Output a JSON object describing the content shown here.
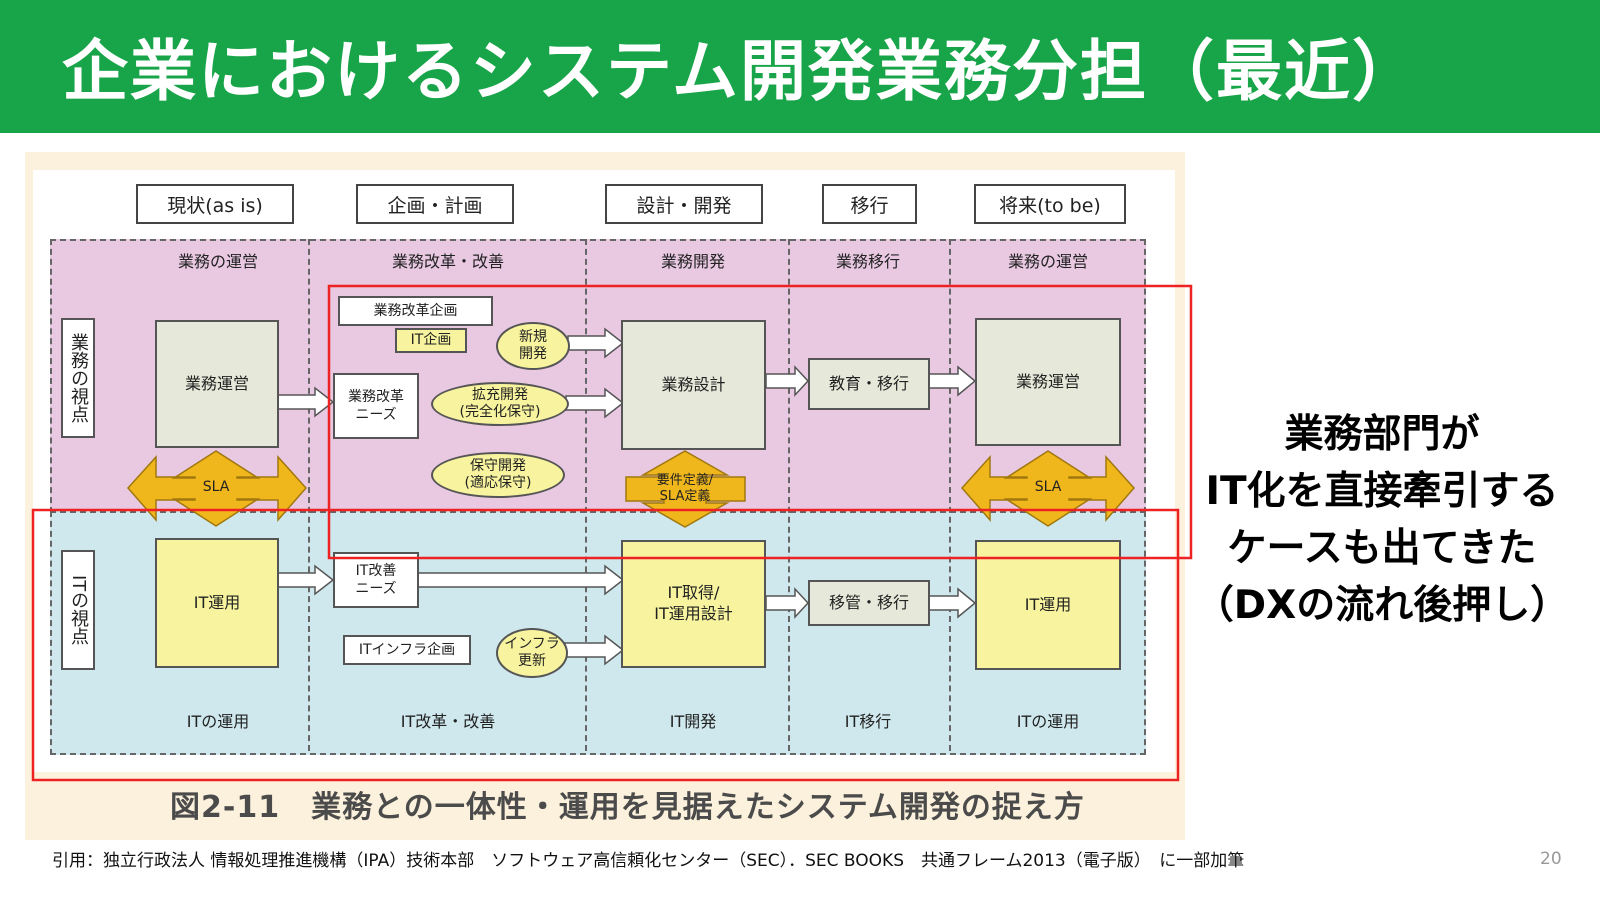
{
  "slide": {
    "title": "企業におけるシステム開発業務分担（最近）",
    "callout": [
      "業務部門が",
      "IT化を直接牽引する",
      "ケースも出てきた",
      "（DXの流れ後押し）"
    ],
    "citation": "引用：独立行政法人 情報処理推進機構（IPA）技術本部　ソフトウェア高信頼化センター（SEC）．SEC BOOKS　共通フレーム2013（電子版）　に一部加筆",
    "page_number": "20"
  },
  "figure": {
    "caption": "図2-11　業務との一体性・運用を見据えたシステム開発の捉え方",
    "phases": [
      "現状(as is)",
      "企画・計画",
      "設計・開発",
      "移行",
      "将来(to be)"
    ],
    "business_row": {
      "side_label": "業務の視点",
      "column_labels": [
        "業務の運営",
        "業務改革・改善",
        "業務開発",
        "業務移行",
        "業務の運営"
      ],
      "boxes": {
        "ops_current": "業務運営",
        "reform_plan": "業務改革企画",
        "it_plan": "IT企画",
        "reform_needs": "業務改革\nニーズ",
        "design": "業務設計",
        "education": "教育・移行",
        "ops_future": "業務運営"
      },
      "ellipses": {
        "new_dev": "新規\n開発",
        "extension_dev": "拡充開発\n(完全化保守)",
        "maintenance_dev": "保守開発\n(適応保守)"
      }
    },
    "connectors": {
      "sla_left": "SLA",
      "requirements": "要件定義/\nSLA定義",
      "sla_right": "SLA"
    },
    "it_row": {
      "side_label": "ITの視点",
      "column_labels": [
        "ITの運用",
        "IT改革・改善",
        "IT開発",
        "IT移行",
        "ITの運用"
      ],
      "boxes": {
        "it_ops_current": "IT運用",
        "it_improve_needs": "IT改善\nニーズ",
        "infra_plan": "ITインフラ企画",
        "acquisition": "IT取得/\nIT運用設計",
        "transfer": "移管・移行",
        "it_ops_future": "IT運用"
      },
      "ellipses": {
        "infra_update": "インフラ\n更新"
      }
    },
    "colors": {
      "title_bar": "#18a448",
      "business_band": "#e9c8e2",
      "it_band": "#cfe8ee",
      "highlight": "#ee2222",
      "connector": "#f0b71c"
    }
  }
}
